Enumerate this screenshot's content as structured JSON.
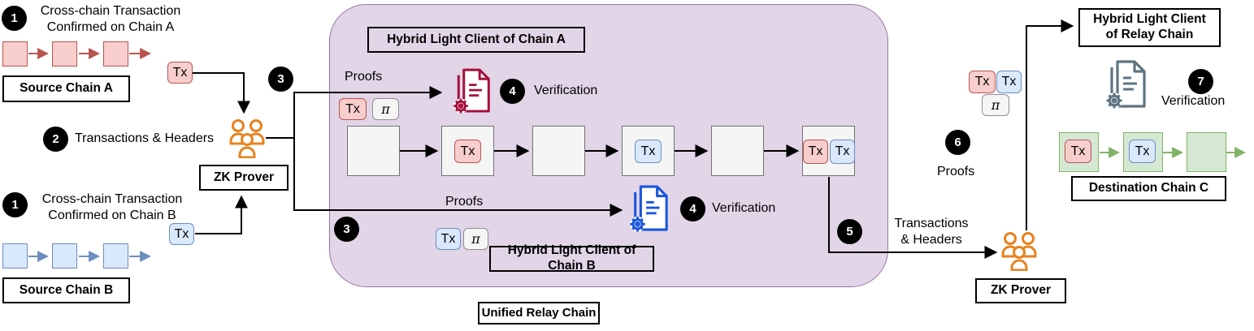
{
  "labels": {
    "tx": "Tx",
    "pi": "π",
    "proofs": "Proofs",
    "verification": "Verification",
    "transactions_headers": "Transactions & Headers",
    "transactions_line1": "Transactions",
    "transactions_line2": "& Headers",
    "zk_prover": "ZK Prover"
  },
  "steps": {
    "one": "1",
    "two": "2",
    "three": "3",
    "four": "4",
    "five": "5",
    "six": "6",
    "seven": "7"
  },
  "left": {
    "chain_a_caption_l1": "Cross-chain Transaction",
    "chain_a_caption_l2": "Confirmed on Chain A",
    "chain_a_label": "Source Chain A",
    "chain_b_caption_l1": "Cross-chain Transaction",
    "chain_b_caption_l2": "Confirmed on Chain B",
    "chain_b_label": "Source Chain B"
  },
  "relay": {
    "title": "Unified Relay Chain",
    "hlc_a": "Hybrid Light Client of Chain A",
    "hlc_b": "Hybrid Light Client of Chain B",
    "relay_chain_blocks": [
      [],
      [
        {
          "label": "Tx",
          "color": "red"
        }
      ],
      [],
      [
        {
          "label": "Tx",
          "color": "blue"
        }
      ],
      [],
      [
        {
          "label": "Tx",
          "color": "red"
        },
        {
          "label": "Tx",
          "color": "blue"
        }
      ]
    ]
  },
  "right": {
    "hlc_relay_l1": "Hybrid Light Client",
    "hlc_relay_l2": "of Relay Chain",
    "destination_label": "Destination Chain C",
    "destination_chain_blocks": [
      [
        {
          "label": "Tx",
          "color": "red"
        }
      ],
      [
        {
          "label": "Tx",
          "color": "blue"
        }
      ],
      []
    ]
  },
  "colors": {
    "chain_a_fill": "#f8cecc",
    "chain_a_stroke": "#b85450",
    "chain_b_fill": "#dae8fc",
    "chain_b_stroke": "#6c8ebf",
    "chain_c_fill": "#d5e8d4",
    "chain_c_stroke": "#82b366",
    "relay_fill": "#e1d5e7",
    "relay_stroke": "#9673a6",
    "pi_fill": "#f5f5f5",
    "prover_orange": "#e8821e",
    "doc_red": "#a50f39",
    "doc_blue": "#1a56db",
    "doc_slate": "#5f7482",
    "connector_black": "#000000"
  }
}
